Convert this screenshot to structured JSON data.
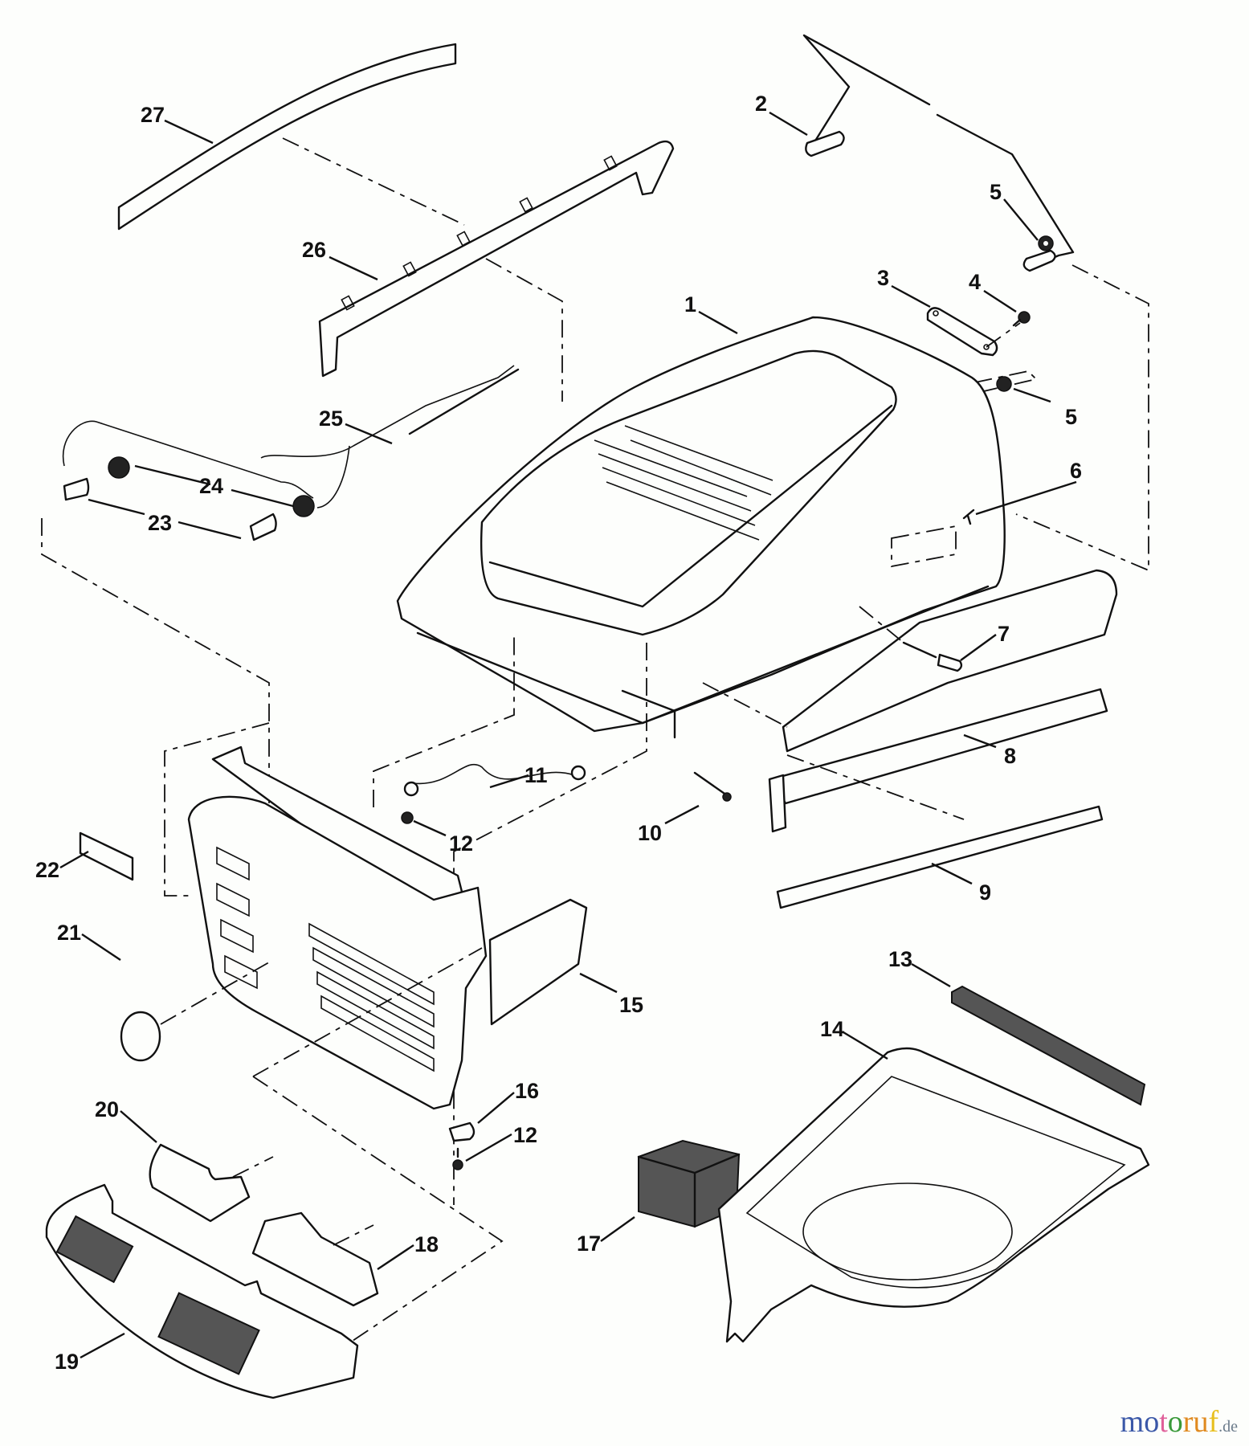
{
  "title": "Hood / Grille assembly exploded parts diagram",
  "callouts": [
    {
      "id": "27",
      "label": "27"
    },
    {
      "id": "26",
      "label": "26"
    },
    {
      "id": "25",
      "label": "25"
    },
    {
      "id": "24",
      "label": "24"
    },
    {
      "id": "23",
      "label": "23"
    },
    {
      "id": "2",
      "label": "2"
    },
    {
      "id": "5a",
      "label": "5"
    },
    {
      "id": "3",
      "label": "3"
    },
    {
      "id": "4",
      "label": "4"
    },
    {
      "id": "1",
      "label": "1"
    },
    {
      "id": "5b",
      "label": "5"
    },
    {
      "id": "6",
      "label": "6"
    },
    {
      "id": "7",
      "label": "7"
    },
    {
      "id": "8",
      "label": "8"
    },
    {
      "id": "9",
      "label": "9"
    },
    {
      "id": "10",
      "label": "10"
    },
    {
      "id": "11",
      "label": "11"
    },
    {
      "id": "12a",
      "label": "12"
    },
    {
      "id": "22",
      "label": "22"
    },
    {
      "id": "21",
      "label": "21"
    },
    {
      "id": "15",
      "label": "15"
    },
    {
      "id": "16",
      "label": "16"
    },
    {
      "id": "12b",
      "label": "12"
    },
    {
      "id": "20",
      "label": "20"
    },
    {
      "id": "18",
      "label": "18"
    },
    {
      "id": "19",
      "label": "19"
    },
    {
      "id": "17",
      "label": "17"
    },
    {
      "id": "14",
      "label": "14"
    },
    {
      "id": "13",
      "label": "13"
    }
  ],
  "watermark": {
    "letters": [
      {
        "ch": "m",
        "color": "#3b58a8"
      },
      {
        "ch": "o",
        "color": "#3b58a8"
      },
      {
        "ch": "t",
        "color": "#e0609a"
      },
      {
        "ch": "o",
        "color": "#3a9a3a"
      },
      {
        "ch": "r",
        "color": "#e08a20"
      },
      {
        "ch": "u",
        "color": "#e08a20"
      },
      {
        "ch": "f",
        "color": "#e8c020"
      }
    ],
    "tld": ".de"
  }
}
